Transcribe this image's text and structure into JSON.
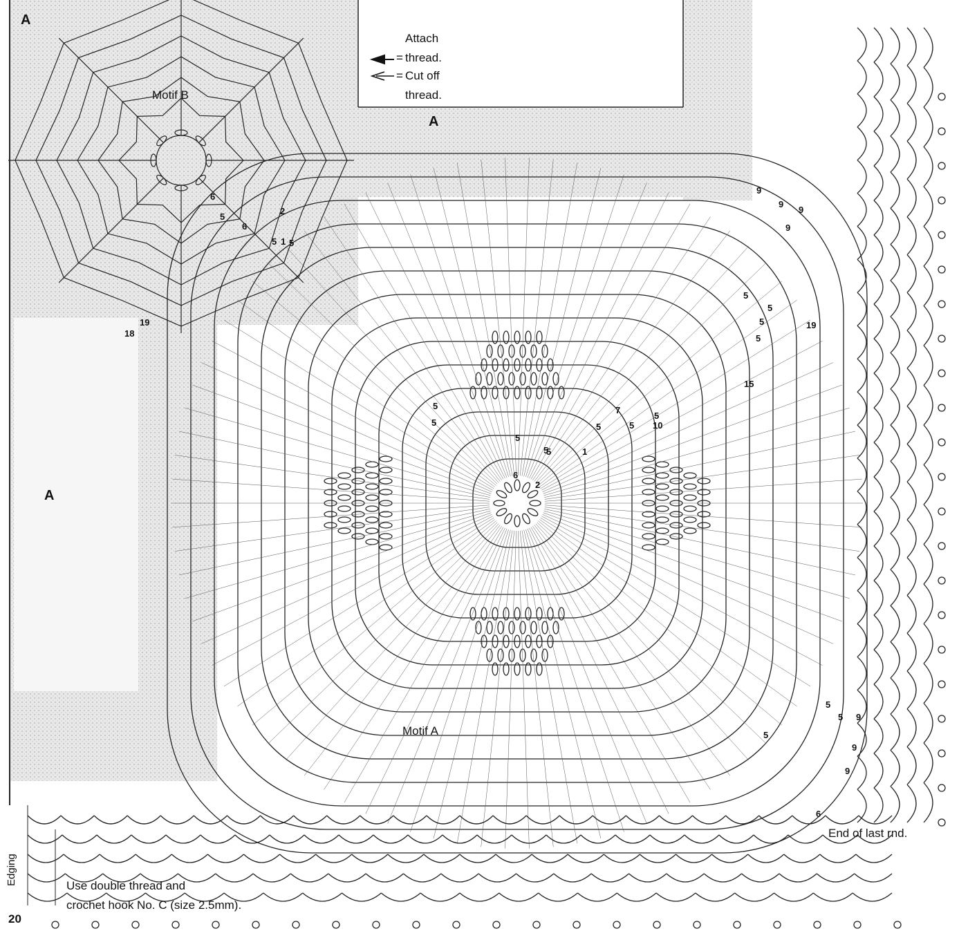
{
  "labels": {
    "corner_a": "A",
    "motif_a": "Motif A",
    "motif_b": "Motif B",
    "edging": "Edging",
    "page_number": "20"
  },
  "legend": {
    "attach_line1": "Attach",
    "attach_line2": "thread.",
    "cut_line1": "Cut off",
    "cut_line2": "thread.",
    "equals": "="
  },
  "notes": {
    "end_of_round": "End of last rnd.",
    "instruction_line1": "Use double thread and",
    "instruction_line2": "crochet hook No. C (size 2.5mm)."
  },
  "round_numbers": [
    "2",
    "5",
    "5",
    "6",
    "6",
    "5",
    "1",
    "19",
    "18",
    "9",
    "9",
    "9",
    "9",
    "5",
    "5",
    "5",
    "5",
    "19",
    "15",
    "5",
    "5",
    "7",
    "5",
    "5",
    "5",
    "10",
    "5",
    "5",
    "1",
    "5",
    "6",
    "2",
    "5",
    "5",
    "5",
    "9",
    "9",
    "9",
    "6"
  ],
  "colors": {
    "line": "#222222",
    "shade": "#d9d9d9",
    "paper": "#ffffff"
  }
}
